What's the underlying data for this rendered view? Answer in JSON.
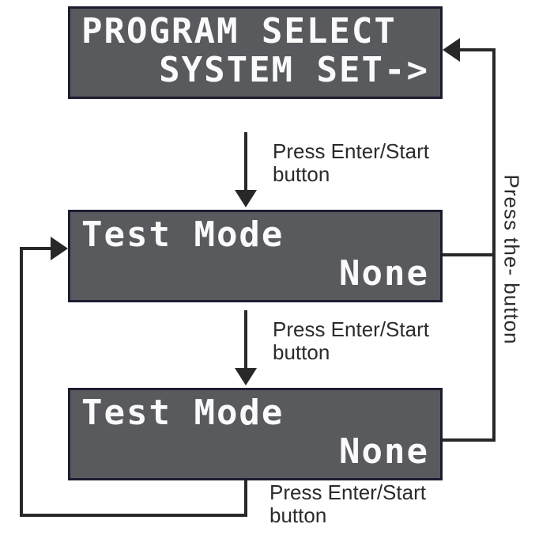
{
  "diagram": {
    "screens": [
      {
        "name": "program-select",
        "line1": "PROGRAM SELECT",
        "line2": "SYSTEM SET->"
      },
      {
        "name": "test-mode-1",
        "line1": "Test Mode",
        "line2": "None"
      },
      {
        "name": "test-mode-2",
        "line1": "Test Mode",
        "line2": "None"
      }
    ],
    "arrow_labels": [
      {
        "line1": "Press Enter/Start",
        "line2": "button"
      },
      {
        "line1": "Press Enter/Start",
        "line2": "button"
      },
      {
        "line1": "Press Enter/Start",
        "line2": "button"
      }
    ],
    "return_path_label": "Press the- button",
    "colors": {
      "lcd_fill": "#595a5e",
      "lcd_border": "#1c1c31",
      "lcd_text": "#fafafa",
      "connector": "#282828",
      "label_text": "#2b2b2b",
      "bg": "#ffffff"
    }
  }
}
